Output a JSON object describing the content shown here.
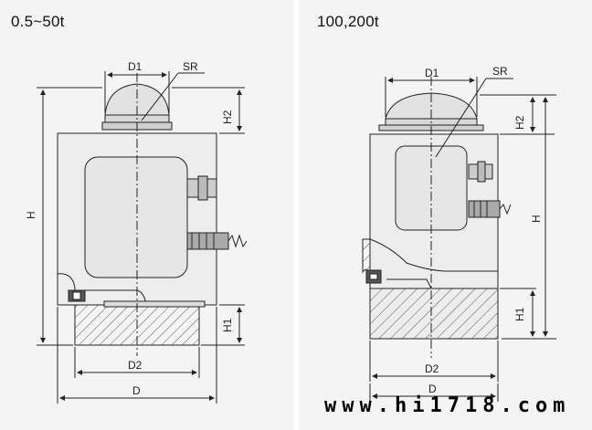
{
  "panels": [
    {
      "title": "0.5~50t",
      "labels": {
        "d1": "D1",
        "sr": "SR",
        "h2": "H2",
        "h": "H",
        "h1": "H1",
        "d2": "D2",
        "d": "D"
      }
    },
    {
      "title": "100,200t",
      "labels": {
        "d1": "D1",
        "sr": "SR",
        "h2": "H2",
        "h": "H",
        "h1": "H1",
        "d2": "D2",
        "d": "D"
      }
    }
  ],
  "watermark": "www.hi1718.com",
  "colors": {
    "panel_bg": "#f4f4f4",
    "line": "#222222",
    "hatch": "#555555"
  }
}
